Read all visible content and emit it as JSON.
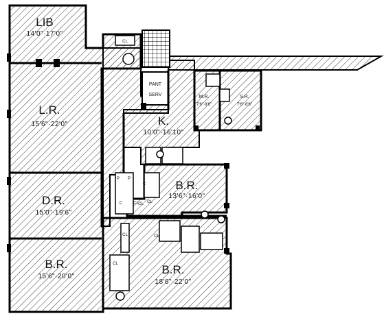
{
  "floor_plan": {
    "rooms": {
      "library": {
        "name": "LIB",
        "dims": "14'0\"·17'0\""
      },
      "living_room": {
        "name": "L.R.",
        "dims": "15'6\"·22'0\""
      },
      "dining_room": {
        "name": "D.R.",
        "dims": "15'0\"·19'6\""
      },
      "bedroom_sw": {
        "name": "B.R.",
        "dims": "15'6\"·20'0\""
      },
      "bedroom_s": {
        "name": "B.R.",
        "dims": "18'6\"·22'0\""
      },
      "bedroom_e": {
        "name": "B.R.",
        "dims": "13'6\"·16'0\""
      },
      "kitchen": {
        "name": "K.",
        "dims": "10'0\"·16'10\""
      },
      "maids_room": {
        "name": "M.R.",
        "dims": "7'6\"·8'6\""
      },
      "servants_room": {
        "name": "S.R.",
        "dims": "7'6\"·8'6\""
      },
      "pantry": {
        "name": "PANT",
        "dims": "SERV"
      }
    },
    "fixtures": {
      "closet": "CL",
      "closet_short": "C",
      "pantry_small": "P"
    }
  }
}
